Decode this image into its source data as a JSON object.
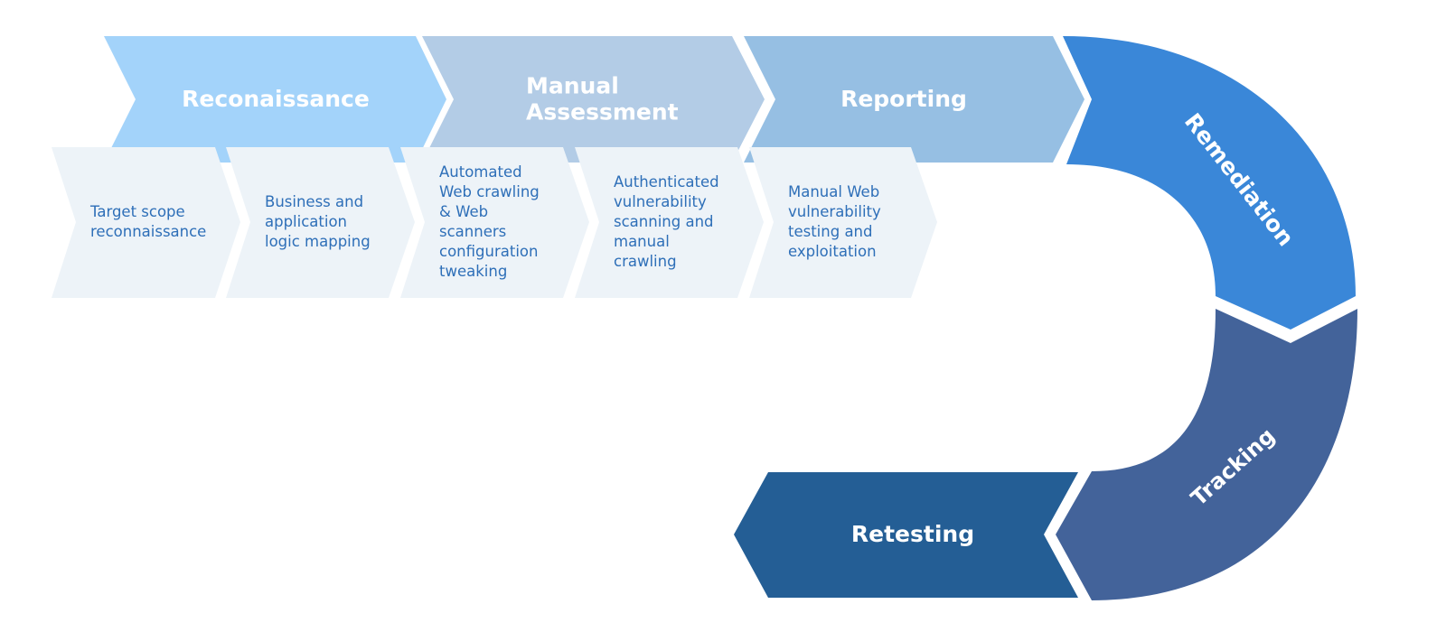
{
  "colors": {
    "reconnaissance": "#a3d3fa",
    "manual_assessment": "#b3cce6",
    "reporting": "#96bfe3",
    "remediation": "#3a87d8",
    "tracking": "#43639a",
    "retesting": "#245e95",
    "step_fill": "#edf3f8",
    "step_text": "#2e6fb8"
  },
  "phases": {
    "reconnaissance": {
      "lines": [
        "Reconaissance"
      ]
    },
    "manual_assessment": {
      "lines": [
        "Manual",
        "Assessment"
      ]
    },
    "reporting": {
      "lines": [
        "Reporting"
      ]
    },
    "remediation": {
      "lines": [
        "Remediation"
      ]
    },
    "tracking": {
      "lines": [
        "Tracking"
      ]
    },
    "retesting": {
      "lines": [
        "Retesting"
      ]
    }
  },
  "steps": [
    {
      "lines": [
        "Target scope",
        "reconnaissance"
      ]
    },
    {
      "lines": [
        "Business and",
        "application",
        "logic mapping"
      ]
    },
    {
      "lines": [
        "Automated",
        "Web crawling",
        "& Web",
        "scanners",
        "configuration",
        "tweaking"
      ]
    },
    {
      "lines": [
        "Authenticated",
        "vulnerability",
        "scanning and",
        "manual",
        "crawling"
      ]
    },
    {
      "lines": [
        "Manual Web",
        "vulnerability",
        "testing and",
        "exploitation"
      ]
    }
  ]
}
